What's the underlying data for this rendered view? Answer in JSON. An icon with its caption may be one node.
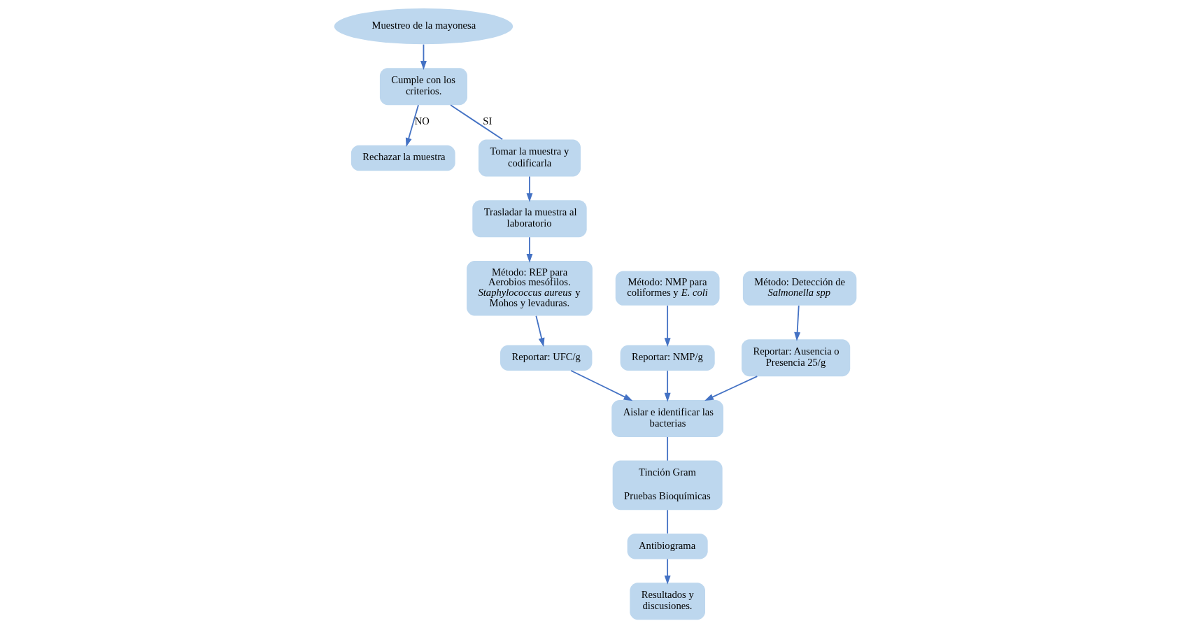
{
  "diagram": {
    "nodes": [
      {
        "text": [
          "Muestreo de la mayonesa"
        ]
      },
      {
        "text": [
          "Cumple con los criterios."
        ]
      },
      {
        "text": [
          "Rechazar la muestra"
        ]
      },
      {
        "text": [
          "Tomar la muestra y codificarla"
        ]
      },
      {
        "text": [
          "Trasladar la muestra al laboratorio"
        ]
      },
      {
        "text": [
          "Método: REP para Aerobios mesófilos. *Staphylococcus aureus* y Mohos y levaduras."
        ]
      },
      {
        "text": [
          "Reportar: UFC/g"
        ]
      },
      {
        "text": [
          "Método: NMP para coliformes y *E. coli*"
        ]
      },
      {
        "text": [
          "Reportar: NMP/g"
        ]
      },
      {
        "text": [
          "Método: Detección de *Salmonella spp*"
        ]
      },
      {
        "text": [
          "Reportar: Ausencia o Presencia 25/g"
        ]
      },
      {
        "text": [
          "Aislar e identificar las bacterias"
        ]
      },
      {
        "text": [
          "Tinción Gram",
          "Pruebas Bioquímicas"
        ]
      },
      {
        "text": [
          "Antibiograma"
        ]
      },
      {
        "text": [
          "Resultados y discusiones."
        ]
      }
    ],
    "edges": [
      {
        "from": 0,
        "to": 1,
        "arrow": "to"
      },
      {
        "from": 1,
        "to": 2,
        "arrow": "to",
        "label": "NO"
      },
      {
        "from": 1,
        "to": 3,
        "arrow": "none",
        "label": "SI"
      },
      {
        "from": 3,
        "to": 4,
        "arrow": "to"
      },
      {
        "from": 4,
        "to": 5,
        "arrow": "to"
      },
      {
        "from": 5,
        "to": 6,
        "arrow": "to"
      },
      {
        "from": 7,
        "to": 8,
        "arrow": "to"
      },
      {
        "from": 9,
        "to": 10,
        "arrow": "to"
      },
      {
        "from": 6,
        "to": 11,
        "arrow": "to"
      },
      {
        "from": 8,
        "to": 11,
        "arrow": "to"
      },
      {
        "from": 10,
        "to": 11,
        "arrow": "to"
      },
      {
        "from": 11,
        "to": 12,
        "arrow": "none"
      },
      {
        "from": 12,
        "to": 13,
        "arrow": "none"
      },
      {
        "from": 13,
        "to": 14,
        "arrow": "to"
      }
    ]
  }
}
